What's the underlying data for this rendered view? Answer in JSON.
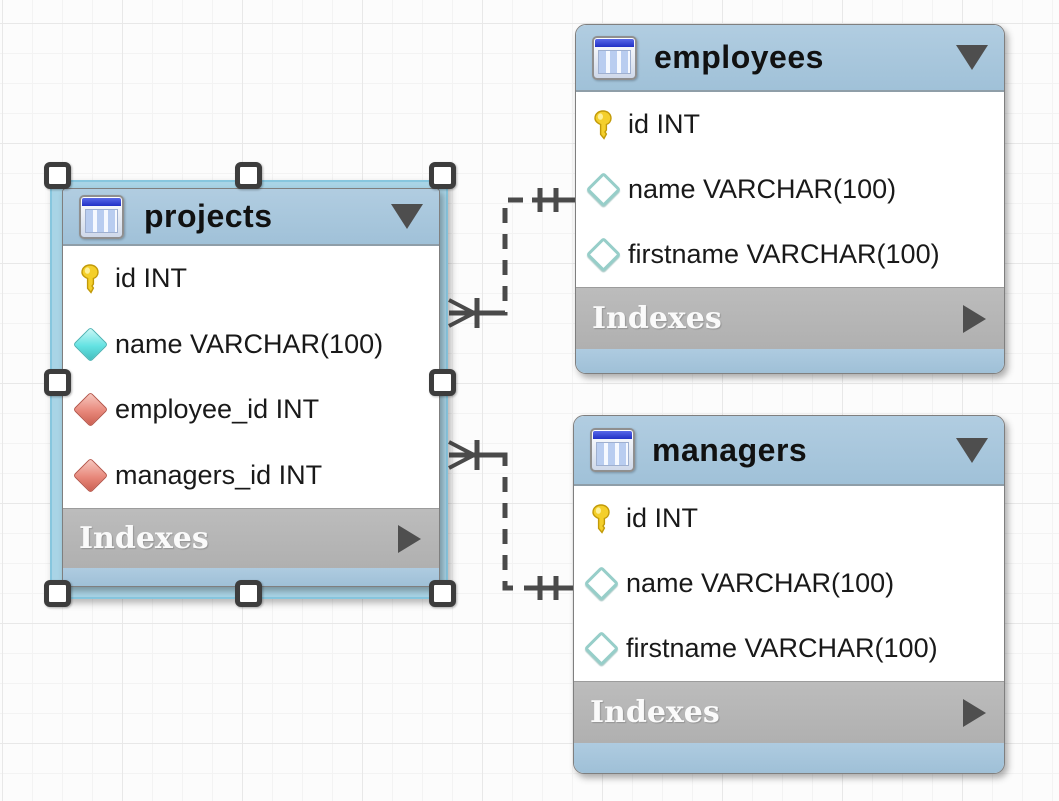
{
  "canvas": {
    "type": "eer-diagram",
    "grid": "on",
    "colors": {
      "table_header_blue": "#a7c6db",
      "indexes_bar_gray": "#b4b4b4",
      "selection_halo_blue": "#a9d4e6",
      "relationship_line_gray": "#4a4a4a",
      "primary_key_yellow": "#f2ce27",
      "not_null_diamond_cyan": "#63e2e2",
      "foreign_key_diamond_red": "#e8887b",
      "nullable_diamond_teal": "#97cec9"
    }
  },
  "tables": [
    {
      "name": "employees",
      "title": "employees",
      "selected": false,
      "columns": [
        {
          "icon": "primary-key-icon",
          "label": "id INT"
        },
        {
          "icon": "nullable-column-icon",
          "label": "name VARCHAR(100)"
        },
        {
          "icon": "nullable-column-icon",
          "label": "firstname VARCHAR(100)"
        }
      ],
      "indexes_label": "Indexes"
    },
    {
      "name": "projects",
      "title": "projects",
      "selected": true,
      "columns": [
        {
          "icon": "primary-key-icon",
          "label": "id INT"
        },
        {
          "icon": "not-null-column-icon",
          "label": "name VARCHAR(100)"
        },
        {
          "icon": "foreign-key-icon",
          "label": "employee_id INT"
        },
        {
          "icon": "foreign-key-icon",
          "label": "managers_id INT"
        }
      ],
      "indexes_label": "Indexes"
    },
    {
      "name": "managers",
      "title": "managers",
      "selected": false,
      "columns": [
        {
          "icon": "primary-key-icon",
          "label": "id INT"
        },
        {
          "icon": "nullable-column-icon",
          "label": "name VARCHAR(100)"
        },
        {
          "icon": "nullable-column-icon",
          "label": "firstname VARCHAR(100)"
        }
      ],
      "indexes_label": "Indexes"
    }
  ],
  "relationships": [
    {
      "from_table": "projects",
      "from_cardinality": "many (crow-foot)",
      "to_table": "employees",
      "to_cardinality": "one, mandatory (double bar)",
      "line_style": "dashed (non-identifying)"
    },
    {
      "from_table": "projects",
      "from_cardinality": "many (crow-foot)",
      "to_table": "managers",
      "to_cardinality": "one, mandatory (double bar)",
      "line_style": "dashed (non-identifying)"
    }
  ]
}
